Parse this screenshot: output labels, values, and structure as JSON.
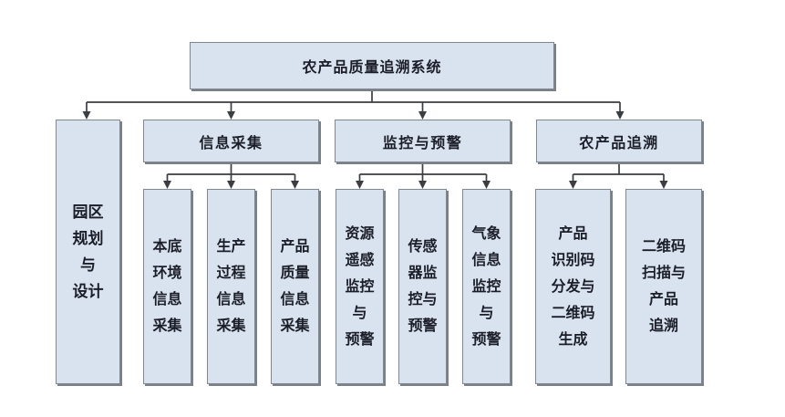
{
  "diagram": {
    "type": "org-chart",
    "root": {
      "label": "农产品质量追溯系统"
    },
    "level2": [
      {
        "label": "园区\n规划\n与\n设计"
      },
      {
        "label": "信息采集"
      },
      {
        "label": "监控与预警"
      },
      {
        "label": "农产品追溯"
      }
    ],
    "children": {
      "info": [
        {
          "label": "本底\n环境\n信息\n采集"
        },
        {
          "label": "生产\n过程\n信息\n采集"
        },
        {
          "label": "产品\n质量\n信息\n采集"
        }
      ],
      "monitor": [
        {
          "label": "资源\n遥感\n监控\n与\n预警"
        },
        {
          "label": "传感\n器监\n控与\n预警"
        },
        {
          "label": "气象\n信息\n监控\n与\n预警"
        }
      ],
      "trace": [
        {
          "label": "产品\n识别码\n分发与\n二维码\n生成"
        },
        {
          "label": "二维码\n扫描与\n产品\n追溯"
        }
      ]
    },
    "colors": {
      "box_fill": "#d9e3ef",
      "box_border": "#7f8890",
      "box_shadow": "#7a8087",
      "line": "#3a3d42",
      "text": "#1b1e28"
    }
  }
}
